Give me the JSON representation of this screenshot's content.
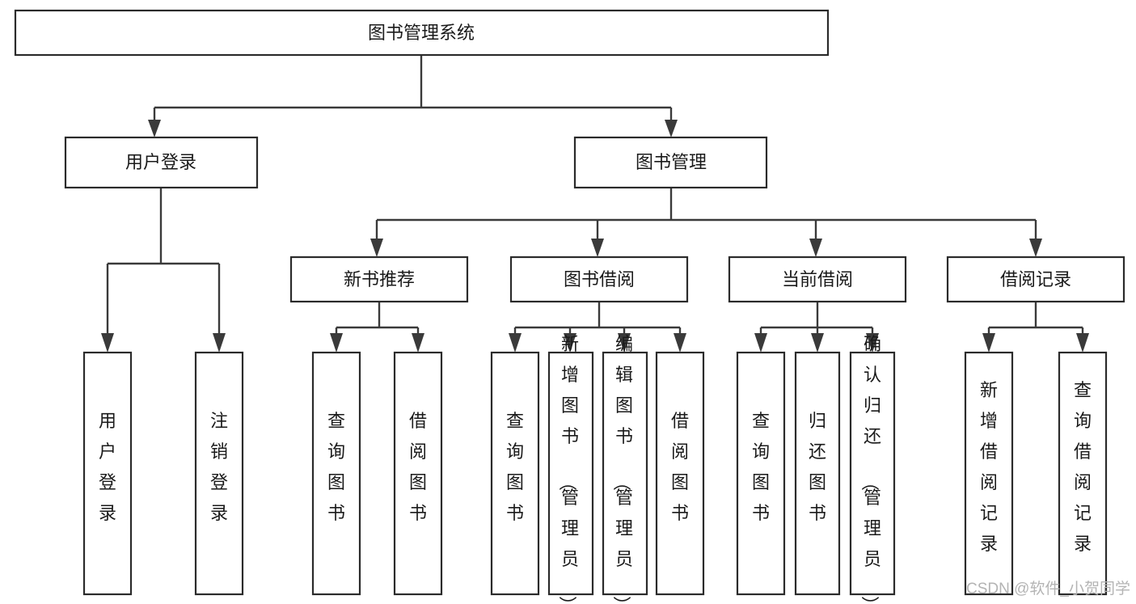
{
  "diagram": {
    "type": "tree-hierarchy",
    "title": "图书管理系统",
    "orientation": "top-down",
    "colors": {
      "box_fill": "#ffffff",
      "box_stroke": "#2b2b2b",
      "connector": "#3a3a3a",
      "text": "#1a1a1a",
      "watermark": "#b4b4b4",
      "background": "#ffffff"
    }
  },
  "root": {
    "label": "图书管理系统"
  },
  "level2": [
    {
      "label": "用户登录"
    },
    {
      "label": "图书管理"
    }
  ],
  "level3": [
    {
      "label": "新书推荐"
    },
    {
      "label": "图书借阅"
    },
    {
      "label": "当前借阅"
    },
    {
      "label": "借阅记录"
    }
  ],
  "leaves": {
    "user_login": [
      {
        "label": "用户登录"
      },
      {
        "label": "注销登录"
      }
    ],
    "new_book_recommend": [
      {
        "label": "查询图书"
      },
      {
        "label": "借阅图书"
      }
    ],
    "book_borrow": [
      {
        "label": "查询图书"
      },
      {
        "label": "新增图书（管理员）"
      },
      {
        "label": "编辑图书（管理员）"
      },
      {
        "label": "借阅图书"
      }
    ],
    "current_borrow": [
      {
        "label": "查询图书"
      },
      {
        "label": "归还图书"
      },
      {
        "label": "确认归还（管理员）"
      }
    ],
    "borrow_record": [
      {
        "label": "新增借阅记录"
      },
      {
        "label": "查询借阅记录"
      }
    ]
  },
  "watermark": {
    "text": "CSDN @软件_小贺同学"
  }
}
